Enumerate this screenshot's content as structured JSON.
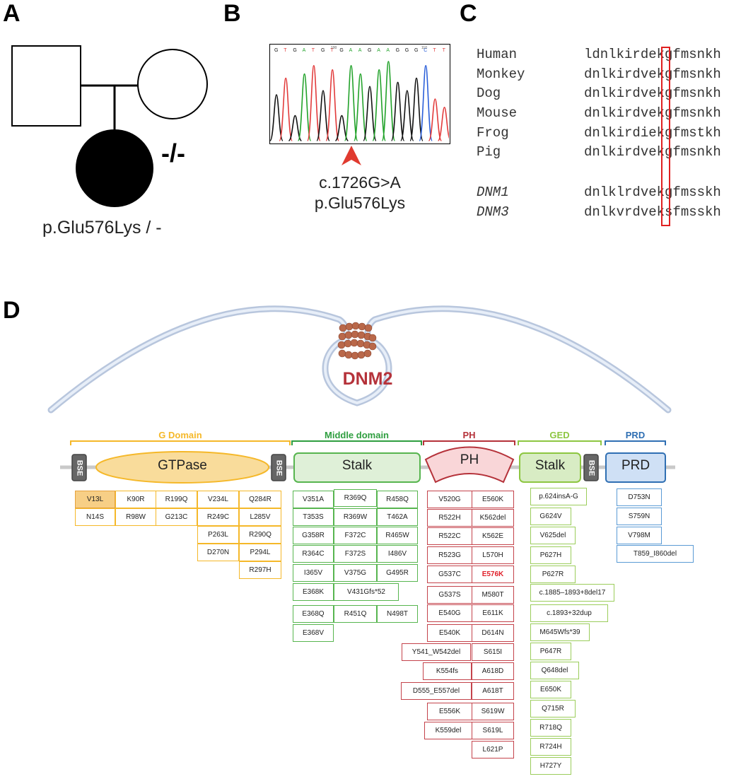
{
  "panels": {
    "a": "A",
    "b": "B",
    "c": "C",
    "d": "D"
  },
  "pedigree": {
    "genotype": "-/-",
    "label": "p.Glu576Lys / -"
  },
  "chromatogram": {
    "bases": "GTGATGTGAAGAAGGGCTT",
    "position_labels": [
      "100",
      "110"
    ],
    "mutation_cdna": "c.1726G>A",
    "mutation_protein": "p.Glu576Lys"
  },
  "alignment": [
    {
      "species": "Human",
      "seq": "ldnlkirdekgfmsnkh",
      "italic": false
    },
    {
      "species": "Monkey",
      "seq": "dnlkirdvekgfmsnkh",
      "italic": false
    },
    {
      "species": "Dog",
      "seq": "dnlkirdvekgfmsnkh",
      "italic": false
    },
    {
      "species": "Mouse",
      "seq": "dnlkirdvekgfmsnkh",
      "italic": false
    },
    {
      "species": "Frog",
      "seq": "dnlkirdiekgfmstkh",
      "italic": false
    },
    {
      "species": "Pig",
      "seq": "dnlkirdvekgfmsnkh",
      "italic": false
    },
    {
      "species": "DNM1",
      "seq": "dnlklrdvekgfmsskh",
      "italic": true
    },
    {
      "species": "DNM3",
      "seq": "dnlkvrdveksfmsskh",
      "italic": true
    }
  ],
  "protein": {
    "name": "DNM2",
    "domains": [
      {
        "label": "G Domain",
        "color": "#f5b829"
      },
      {
        "label": "Middle domain",
        "color": "#2e9e3f"
      },
      {
        "label": "PH",
        "color": "#b5323a"
      },
      {
        "label": "GED",
        "color": "#8dc641"
      },
      {
        "label": "PRD",
        "color": "#2f6fb3"
      }
    ],
    "blocks": {
      "bse": "BSE",
      "gtpase": "GTPase",
      "stalk1": "Stalk",
      "ph": "PH",
      "stalk2": "Stalk",
      "prd": "PRD"
    }
  },
  "mutations": {
    "gdomain": [
      "V13L",
      "K90R",
      "R199Q",
      "V234L",
      "Q284R",
      "N14S",
      "R98W",
      "G213C",
      "R249C",
      "L285V",
      "P263L",
      "R290Q",
      "D270N",
      "P294L",
      "R297H"
    ],
    "middle": [
      "V351A",
      "R369Q",
      "R458Q",
      "T353S",
      "R369W",
      "T462A",
      "G358R",
      "F372C",
      "R465W",
      "R364C",
      "F372S",
      "I486V",
      "I365V",
      "V375G",
      "G495R",
      "E368K",
      "V431Gfs*52",
      "E368Q",
      "R451Q",
      "N498T",
      "E368V"
    ],
    "ph": [
      "V520G",
      "E560K",
      "R522H",
      "K562del",
      "R522C",
      "K562E",
      "R523G",
      "L570H",
      "G537C",
      "E576K",
      "G537S",
      "M580T",
      "E540G",
      "E611K",
      "E540K",
      "D614N",
      "Y541_W542del",
      "S615I",
      "K554fs",
      "A618D",
      "D555_E557del",
      "A618T",
      "E556K",
      "S619W",
      "K559del",
      "S619L",
      "L621P"
    ],
    "ged": [
      "p.624insA-G",
      "G624V",
      "V625del",
      "P627H",
      "P627R",
      "c.1885–1893+8del17",
      "c.1893+32dup",
      "M645Wfs*39",
      "P647R",
      "Q648del",
      "E650K",
      "Q715R",
      "R718Q",
      "R724H",
      "H727Y"
    ],
    "prd": [
      "D753N",
      "S759N",
      "V798M",
      "T859_I860del"
    ]
  }
}
